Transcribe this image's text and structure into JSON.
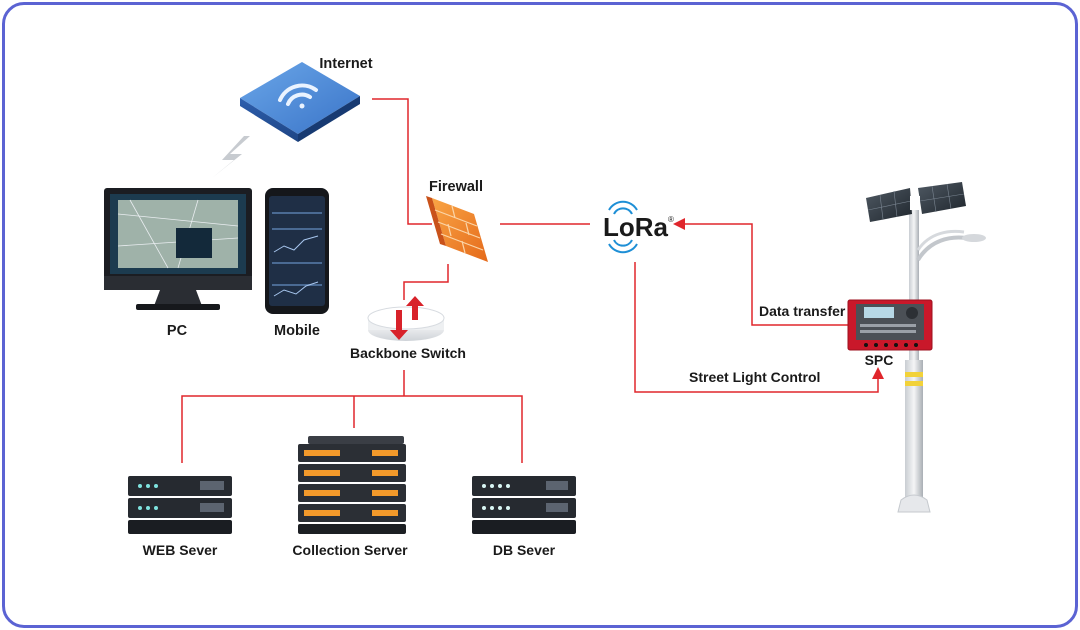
{
  "colors": {
    "frame": "#5b63d3",
    "wire": "#e0262c",
    "lora_blue": "#1e8fd6"
  },
  "nodes": {
    "internet": "Internet",
    "firewall": "Firewall",
    "lora": "LoRa",
    "lora_mark": "®",
    "pc": "PC",
    "mobile": "Mobile",
    "backbone_switch": "Backbone Switch",
    "web_server": "WEB Sever",
    "collection_server": "Collection Server",
    "db_server": "DB Sever",
    "spc": "SPC"
  },
  "links": {
    "data_transfer": "Data transfer",
    "street_light_control": "Street Light Control"
  },
  "icons": [
    "router-icon",
    "wireless-icon",
    "firewall-icon",
    "monitor-icon",
    "phone-icon",
    "switch-icon",
    "server-icon",
    "streetlight-icon",
    "solar-panel-icon",
    "controller-icon"
  ]
}
